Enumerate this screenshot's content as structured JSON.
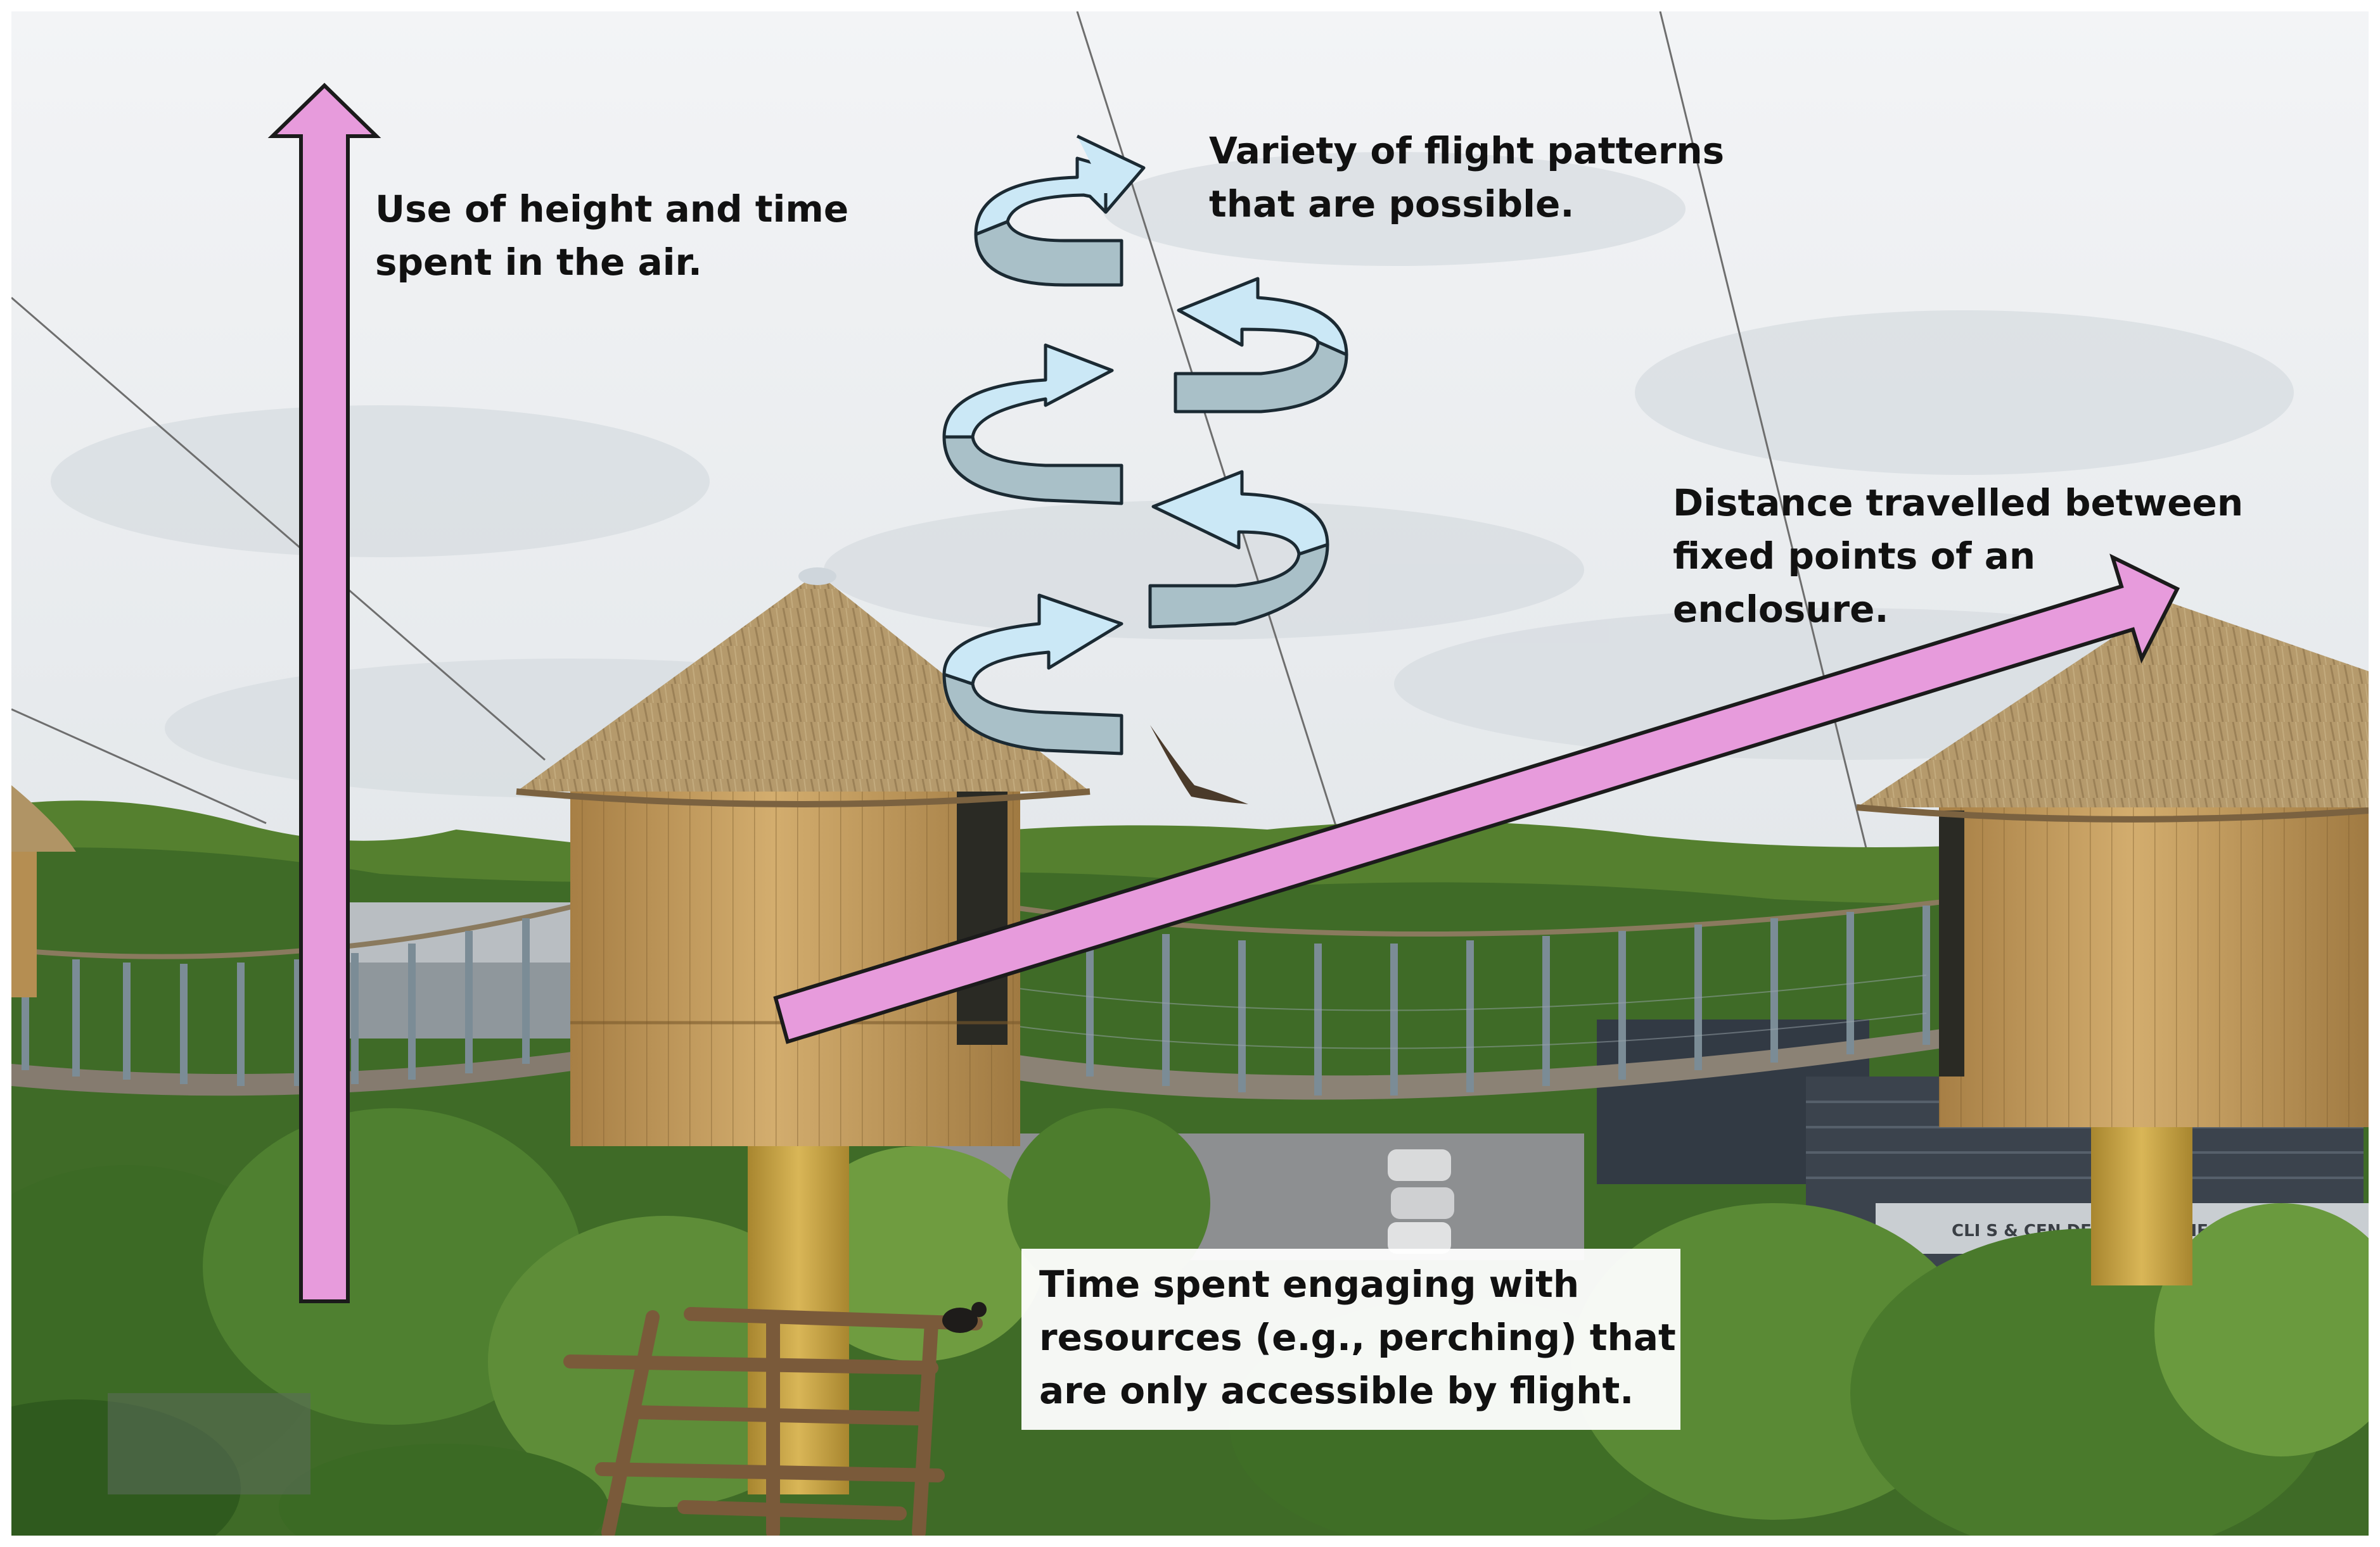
{
  "palette": {
    "sky": "#e6e9ec",
    "sky_top": "#f2f3f5",
    "cloud": "#d7dce1",
    "foliage_dark": "#2f5a22",
    "foliage_mid": "#4a7a30",
    "foliage_light": "#76a146",
    "wood": "#c19a5b",
    "wood_dark": "#8d6a38",
    "thatch": "#b59a6c",
    "thatch_dark": "#8a7048",
    "pole": "#c9a54a",
    "bridge_deck": "#8b8275",
    "railing": "#7b8c96",
    "building": "#3e4650",
    "arrow_pink": "#e79bdc",
    "arrow_outline": "#1b1b1b",
    "swirl_light": "#cbe8f6",
    "swirl_dark": "#a9c0c8"
  },
  "annotations": {
    "height": {
      "lines": [
        "Use of height and time",
        "spent in the air."
      ]
    },
    "patterns": {
      "lines": [
        "Variety of flight patterns",
        "that are possible."
      ]
    },
    "distance": {
      "lines": [
        "Distance travelled between",
        "fixed points of an",
        "enclosure."
      ]
    },
    "resources": {
      "lines": [
        "Time spent engaging with",
        "resources (e.g., perching) that",
        "are only accessible by flight."
      ]
    }
  },
  "signage": {
    "building_sign": "CLI        S & CEN    DE RECHERCHE"
  }
}
